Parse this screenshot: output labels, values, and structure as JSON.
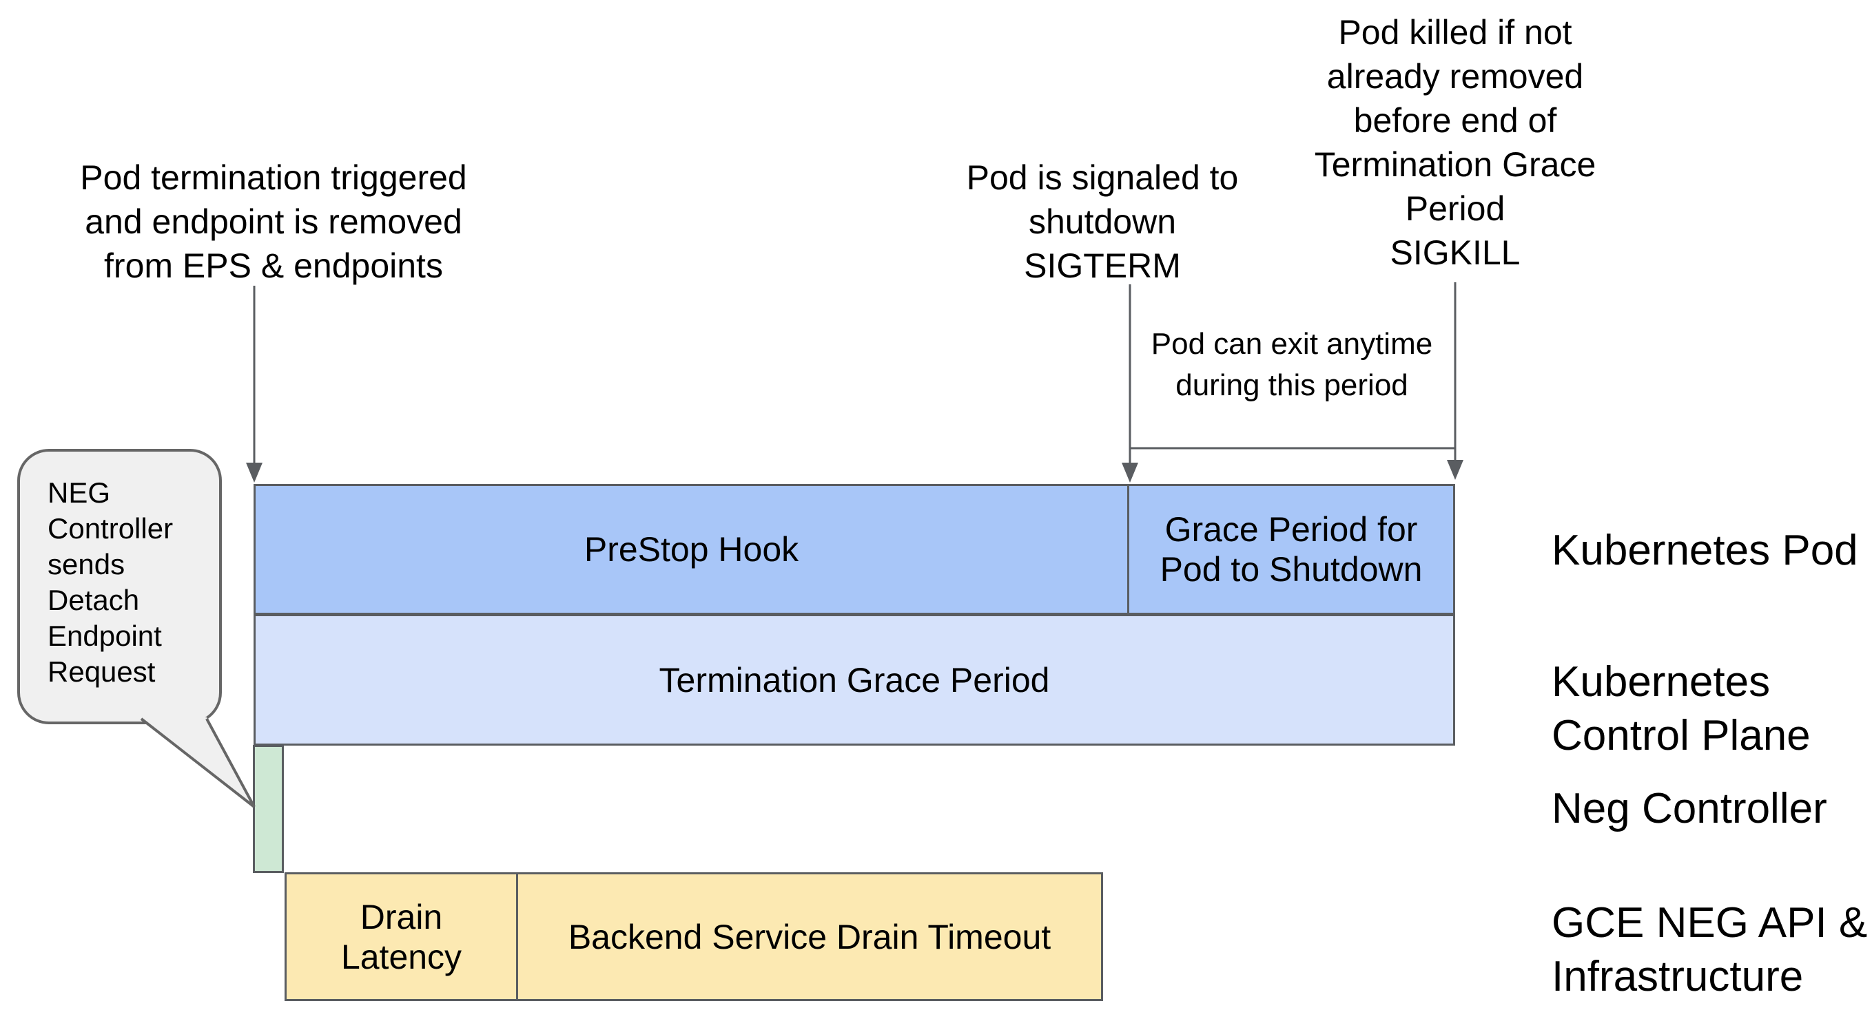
{
  "colors": {
    "row1_fill": "#a8c6f8",
    "row2_fill": "#d6e2fb",
    "green_fill": "#cee8d4",
    "yellow_fill": "#fce9b2",
    "line_gray": "#5a5d61",
    "bubble_border": "#666666",
    "bubble_fill": "#f0f0f0",
    "text_color": "#000000"
  },
  "annotations": {
    "pod_termination": {
      "lines": [
        "Pod termination triggered",
        "and endpoint is removed",
        "from EPS & endpoints"
      ]
    },
    "sigterm": {
      "lines": [
        "Pod is signaled to",
        "shutdown",
        "SIGTERM"
      ]
    },
    "sigkill": {
      "lines": [
        "Pod killed if not",
        "already removed",
        "before end of",
        "Termination Grace",
        "Period",
        "SIGKILL"
      ]
    },
    "pod_exit": {
      "lines": [
        "Pod can exit anytime",
        "during this period"
      ]
    }
  },
  "speech_bubble": {
    "lines": [
      "NEG",
      "Controller",
      "sends",
      "Detach",
      "Endpoint",
      "Request"
    ]
  },
  "timeline": {
    "kubernetes_pod_row": {
      "prestop_label": "PreStop Hook",
      "grace_label_lines": [
        "Grace Period for",
        "Pod to Shutdown"
      ]
    },
    "control_plane_row": {
      "label": "Termination Grace Period"
    },
    "neg_controller_row": {
      "label": ""
    },
    "gce_row": {
      "drain_latency_lines": [
        "Drain",
        "Latency"
      ],
      "backend_label": "Backend Service Drain Timeout"
    }
  },
  "row_labels": {
    "kubernetes_pod": {
      "lines": [
        "Kubernetes Pod"
      ]
    },
    "control_plane": {
      "lines": [
        "Kubernetes",
        "Control Plane"
      ]
    },
    "neg_controller": {
      "lines": [
        "Neg Controller"
      ]
    },
    "gce_neg": {
      "lines": [
        "GCE NEG API &",
        "Infrastructure"
      ]
    }
  }
}
